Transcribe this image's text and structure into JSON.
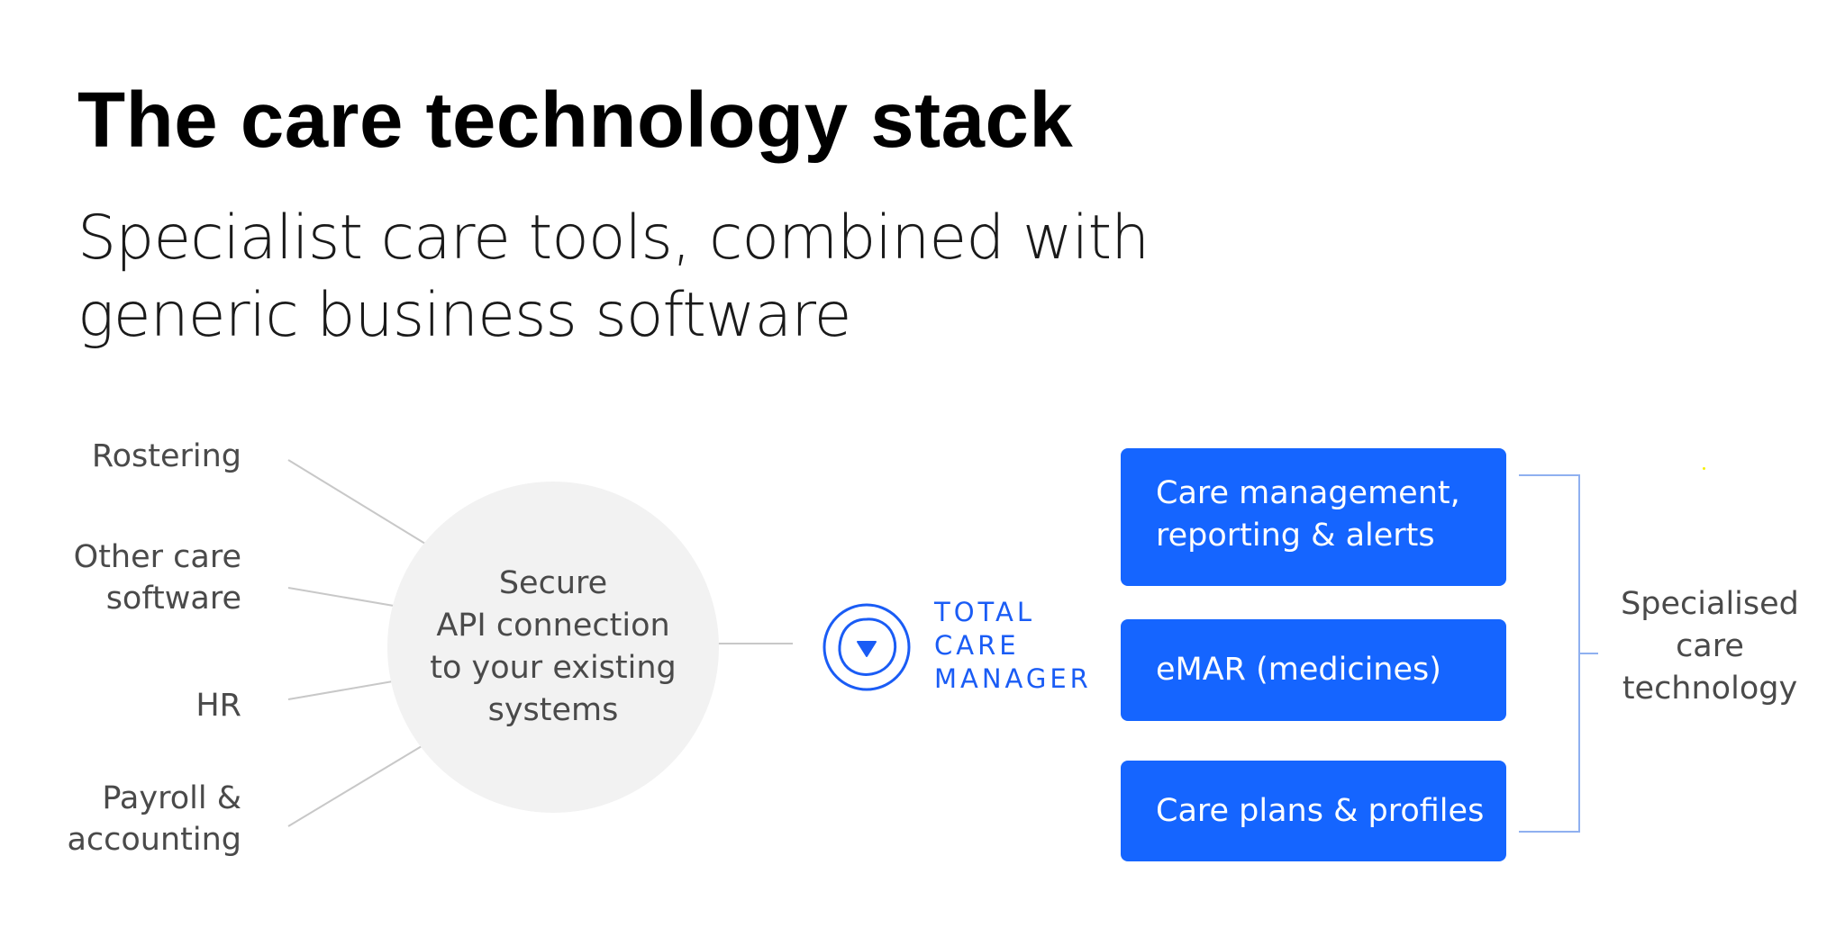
{
  "slide": {
    "title": "The care technology stack",
    "subtitle": {
      "lines": [
        "Specialist care tools, combined with",
        "generic business software"
      ]
    }
  },
  "existing_systems": {
    "items": [
      {
        "lines": [
          "Rostering"
        ]
      },
      {
        "lines": [
          "Other care",
          "software"
        ]
      },
      {
        "lines": [
          "HR"
        ]
      },
      {
        "lines": [
          "Payroll &",
          "accounting"
        ]
      }
    ]
  },
  "hub": {
    "lines": [
      "Secure",
      "API connection",
      "to your existing",
      "systems"
    ]
  },
  "logo": {
    "icon": "total-care-manager-logo-icon",
    "lines": [
      "TOTAL",
      "CARE",
      "MANAGER"
    ]
  },
  "features": [
    {
      "lines": [
        "Care management,",
        "reporting & alerts"
      ]
    },
    {
      "lines": [
        "eMAR (medicines)"
      ]
    },
    {
      "lines": [
        "Care plans & profiles"
      ]
    }
  ],
  "group_label": {
    "lines": [
      "Specialised",
      "care",
      "technology"
    ]
  },
  "colors": {
    "brand_blue": "#1565ff",
    "logo_blue": "#1a5cf5",
    "bracket_blue": "#8fb0f0",
    "hub_fill": "#f2f2f2",
    "connector_gray": "#c8c8c8",
    "label_gray": "#4a4a4a",
    "title_black": "#000000"
  }
}
